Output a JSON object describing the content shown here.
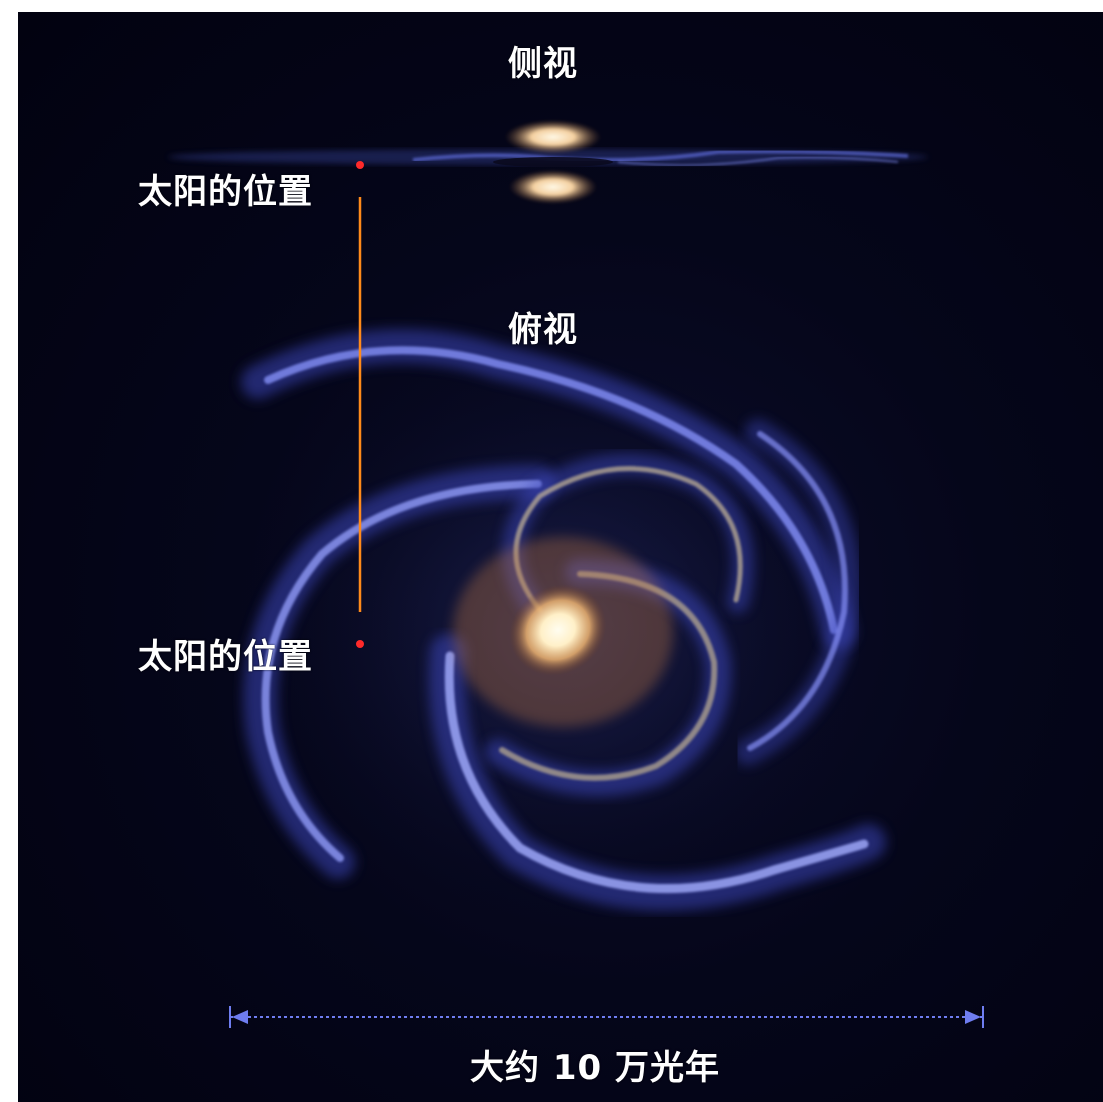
{
  "labels": {
    "side_view": "侧视",
    "top_view": "俯视",
    "sun_position_side": "太阳的位置",
    "sun_position_top": "太阳的位置",
    "scale": "大约 10 万光年"
  },
  "colors": {
    "background": "#03041a",
    "sun_marker": "#ff2a2a",
    "connector_line": "#ff8a1a",
    "scale_bar": "#6f7df0",
    "arm_color": "#5a66e6",
    "core_color": "#fff4d8"
  }
}
